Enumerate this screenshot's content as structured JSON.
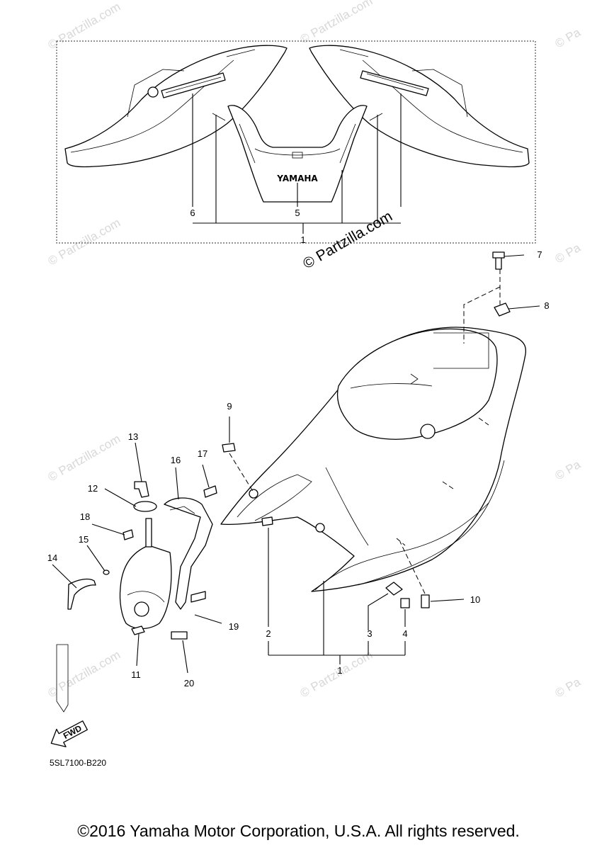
{
  "callouts": {
    "c1_top": "1",
    "c5": "5",
    "c6": "6",
    "c7": "7",
    "c8": "8",
    "c9": "9",
    "c10": "10",
    "c11": "11",
    "c12": "12",
    "c13": "13",
    "c14": "14",
    "c15": "15",
    "c16": "16",
    "c17": "17",
    "c18": "18",
    "c19": "19",
    "c20": "20",
    "c2": "2",
    "c3": "3",
    "c4": "4",
    "c1_bottom": "1"
  },
  "brand_label": "YAMAHA",
  "watermark": "© Partzilla.com",
  "watermark_short": "© Pa",
  "stamp": "© Partzilla.com",
  "fwd_label": "FWD",
  "diagram_code": "5SL7100-B220",
  "copyright": "©2016 Yamaha Motor Corporation, U.S.A. All rights reserved."
}
